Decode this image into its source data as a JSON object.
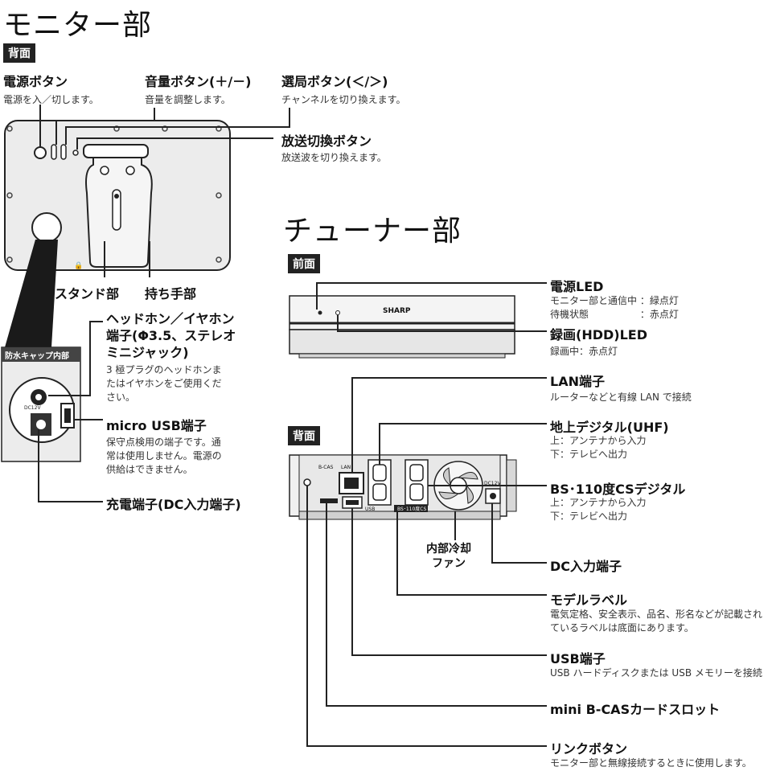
{
  "monitor": {
    "title": "モニター部",
    "back_tag": "背面",
    "power_button": {
      "label": "電源ボタン",
      "desc": "電源を入／切します。"
    },
    "volume_button": {
      "label": "音量ボタン(＋/－)",
      "desc": "音量を調整します。"
    },
    "channel_button": {
      "label": "選局ボタン(＜/＞)",
      "desc": "チャンネルを切り換えます。"
    },
    "broadcast_button": {
      "label": "放送切換ボタン",
      "desc": "放送波を切り換えます。"
    },
    "stand": {
      "label": "スタンド部"
    },
    "handle": {
      "label": "持ち手部"
    },
    "cap_tag": "防水キャップ内部",
    "cap_dc_mark": "DC12V",
    "headphone": {
      "label_lines": [
        "ヘッドホン／イヤホン",
        "端子(Φ3.5、ステレオ",
        "ミニジャック)"
      ],
      "desc_lines": [
        "3 極プラグのヘッドホンま",
        "たはイヤホンをご使用くだ",
        "さい。"
      ]
    },
    "micro_usb": {
      "label": "micro USB端子",
      "desc_lines": [
        "保守点検用の端子です。通",
        "常は使用しません。電源の",
        "供給はできません。"
      ]
    },
    "charge": {
      "label": "充電端子(DC入力端子)"
    }
  },
  "tuner": {
    "title": "チューナー部",
    "front_tag": "前面",
    "back_tag": "背面",
    "brand": "SHARP",
    "power_led": {
      "label": "電源LED",
      "desc_lines": [
        "モニター部と通信中 ：緑点灯",
        "待機状態　　　　　 ：赤点灯"
      ]
    },
    "rec_led": {
      "label": "録画(HDD)LED",
      "desc": "録画中：赤点灯"
    },
    "lan": {
      "label": "LAN端子",
      "desc": "ルーターなどと有線 LAN で接続"
    },
    "uhf": {
      "label": "地上デジタル(UHF)",
      "desc_lines": [
        "上：アンテナから入力",
        "下：テレビへ出力"
      ]
    },
    "bs": {
      "label": "BS･110度CSデジタル",
      "desc_lines": [
        "上：アンテナから入力",
        "下：テレビへ出力"
      ]
    },
    "fan": {
      "label_lines": [
        "内部冷却",
        "ファン"
      ]
    },
    "dc_in": {
      "label": "DC入力端子"
    },
    "model": {
      "label": "モデルラベル",
      "desc_lines": [
        "電気定格、安全表示、品名、形名などが記載され",
        "ているラベルは底面にあります。"
      ]
    },
    "usb": {
      "label": "USB端子",
      "desc": "USB ハードディスクまたは USB メモリーを接続"
    },
    "bcas": {
      "label": "mini B-CASカードスロット"
    },
    "link": {
      "label": "リンクボタン",
      "desc": "モニター部と無線接続するときに使用します。"
    },
    "rear_marks": {
      "bcas": "B-CAS",
      "lan": "LAN",
      "usb": "USB",
      "bs": "BS･110度CS",
      "dc": "DC12V"
    }
  },
  "colors": {
    "line": "#222222",
    "panel": "#ececec",
    "tag_bg": "#222222"
  }
}
